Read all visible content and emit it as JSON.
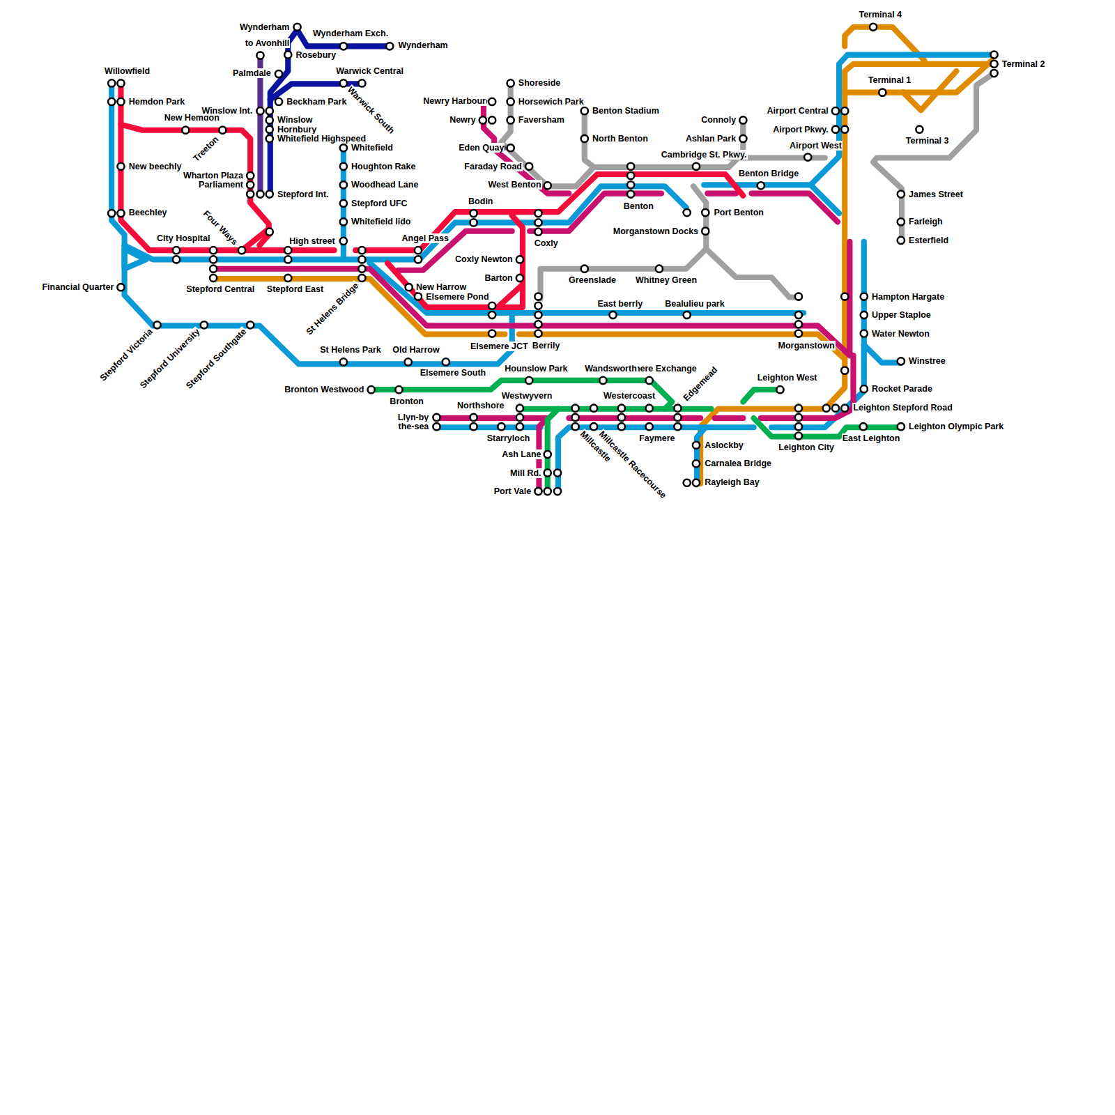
{
  "diagram": {
    "labels": [
      "Willowfield",
      "Hemdon Park",
      "New Hemdon",
      "Treeton",
      "Winslow Int.",
      "Winslow",
      "Hornbury",
      "Whitefield Highspeed",
      "Wharton Plaza",
      "Parliament",
      "Stepford Int.",
      "New beechly",
      "Beechley",
      "Four Ways",
      "City Hospital",
      "High street",
      "Financial Quarter",
      "Stepford Central",
      "Stepford East",
      "Stepford Victoria",
      "Stepford University",
      "Stepford Southgate",
      "St Helens Bridge",
      "Wynderham",
      "to Avonhill",
      "Wynderham Exch.",
      "Wynderham",
      "Rosebury",
      "Palmdale",
      "Warwick Central",
      "Beckham Park",
      "Warwick South",
      "Whitefield",
      "Houghton Rake",
      "Woodhead Lane",
      "Stepford UFC",
      "Whitefield lido",
      "Angel Pass",
      "Bodin",
      "New Harrow",
      "Elsemere Pond",
      "Coxly Newton",
      "Barton",
      "Elsemere JCT",
      "Berrily",
      "St Helens Park",
      "Old Harrow",
      "Elsemere South",
      "Newry Harbour",
      "Newry",
      "Shoreside",
      "Horsewich Park",
      "Faversham",
      "Eden Quay",
      "Faraday Road",
      "West Benton",
      "Coxly",
      "Benton Stadium",
      "North Benton",
      "Benton",
      "Cambridge St. Pkwy.",
      "Connoly",
      "Ashlan Park",
      "Airport West",
      "Benton Bridge",
      "Port Benton",
      "Morganstown Docks",
      "Greenslade",
      "Whitney Green",
      "East berrly",
      "Bealulieu park",
      "Morganstown",
      "Airport Central",
      "Airport Pkwy.",
      "Terminal 4",
      "Terminal 2",
      "Terminal 1",
      "Terminal 3",
      "James Street",
      "Farleigh",
      "Esterfield",
      "Hampton Hargate",
      "Upper Staploe",
      "Water Newton",
      "Winstree",
      "Rocket Parade",
      "Leighton Stepford Road",
      "Leighton Olympic Park",
      "East Leighton",
      "Leighton City",
      "Leighton West",
      "Edgemead",
      "Faymere Exchange",
      "Wandsworth",
      "Hounslow Park",
      "Westwyvern",
      "Westercoast",
      "Northshore",
      "Llyn-by",
      "the-sea",
      "Starryloch",
      "Faymere",
      "Millcastle",
      "Millcastle Racecourse",
      "Ash Lane",
      "Mill Rd.",
      "Port Vale",
      "Aslockby",
      "Carnalea Bridge",
      "Rayleigh Bay",
      "Bronton Westwood",
      "Bronton"
    ]
  }
}
